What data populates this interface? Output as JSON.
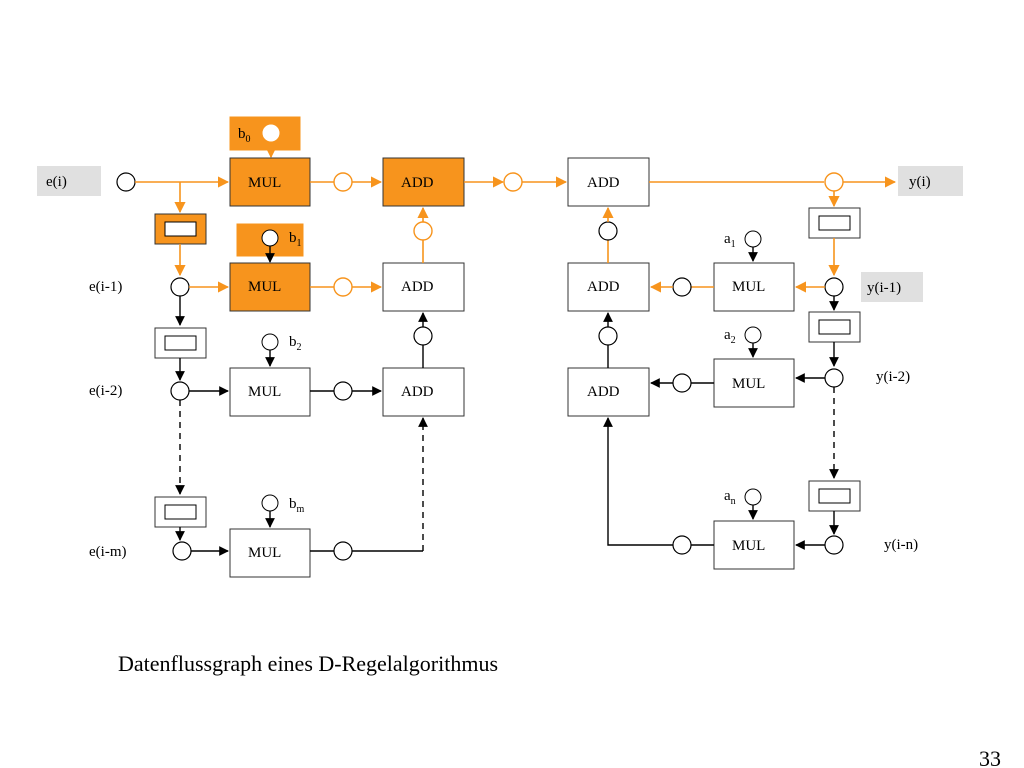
{
  "colors": {
    "orange": "#F7941D",
    "line_orange": "#F7941D",
    "black": "#000000",
    "label_bg": "#E0E0E0"
  },
  "inputs": {
    "e0": "e(i)",
    "e1": "e(i-1)",
    "e2": "e(i-2)",
    "em": "e(i-m)"
  },
  "outputs": {
    "y0": "y(i)",
    "y1": "y(i-1)",
    "y2": "y(i-2)",
    "yn": "y(i-n)"
  },
  "coeffs": {
    "b0": {
      "base": "b",
      "sub": "0"
    },
    "b1": {
      "base": "b",
      "sub": "1"
    },
    "b2": {
      "base": "b",
      "sub": "2"
    },
    "bm": {
      "base": "b",
      "sub": "m"
    },
    "a1": {
      "base": "a",
      "sub": "1"
    },
    "a2": {
      "base": "a",
      "sub": "2"
    },
    "an": {
      "base": "a",
      "sub": "n"
    }
  },
  "ops": {
    "mul": "MUL",
    "add": "ADD"
  },
  "caption": "Datenflussgraph eines D-Regelalgorithmus",
  "page_number": "33"
}
